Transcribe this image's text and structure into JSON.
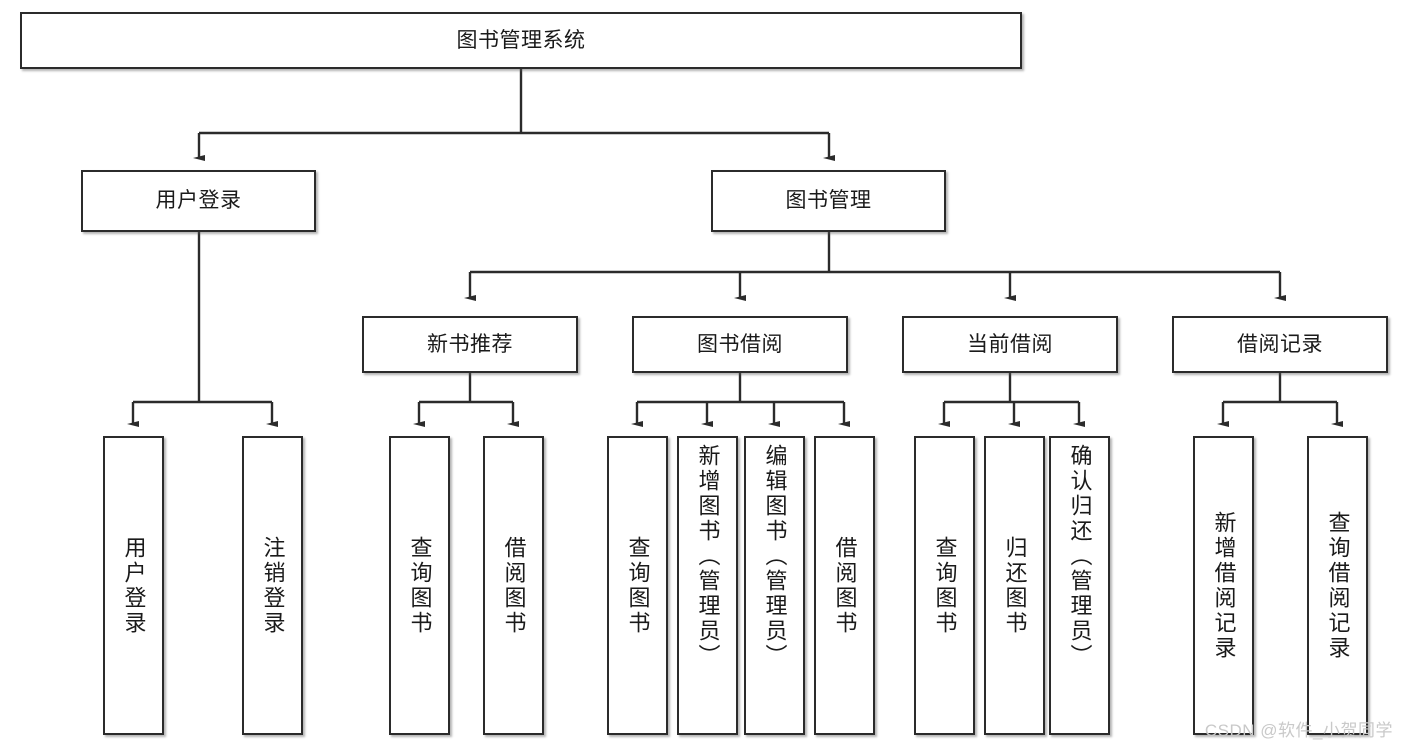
{
  "diagram": {
    "type": "tree",
    "title": "图书管理系统",
    "watermark": "CSDN @软件_小贺同学",
    "colors": {
      "node_border": "#2b2b2b",
      "node_fill": "#ffffff",
      "connector": "#2b2b2b",
      "text": "#1a1a1a",
      "watermark": "#c9c9c9"
    },
    "levels": {
      "root": {
        "label": "图书管理系统"
      },
      "level1": [
        {
          "id": "user-login",
          "label": "用户登录"
        },
        {
          "id": "book-management",
          "label": "图书管理"
        }
      ],
      "level2": [
        {
          "id": "new-book-recommend",
          "label": "新书推荐",
          "parent": "book-management"
        },
        {
          "id": "book-borrow",
          "label": "图书借阅",
          "parent": "book-management"
        },
        {
          "id": "current-borrow",
          "label": "当前借阅",
          "parent": "book-management"
        },
        {
          "id": "borrow-record",
          "label": "借阅记录",
          "parent": "book-management"
        }
      ],
      "leaves": [
        {
          "id": "leaf-user-login",
          "label": "用户登录",
          "parent": "user-login"
        },
        {
          "id": "leaf-logout",
          "label": "注销登录",
          "parent": "user-login"
        },
        {
          "id": "leaf-query-book-1",
          "label": "查询图书",
          "parent": "new-book-recommend"
        },
        {
          "id": "leaf-borrow-book-1",
          "label": "借阅图书",
          "parent": "new-book-recommend"
        },
        {
          "id": "leaf-query-book-2",
          "label": "查询图书",
          "parent": "book-borrow"
        },
        {
          "id": "leaf-add-book",
          "label": "新增图书（管理员）",
          "parent": "book-borrow"
        },
        {
          "id": "leaf-edit-book",
          "label": "编辑图书（管理员）",
          "parent": "book-borrow"
        },
        {
          "id": "leaf-borrow-book-2",
          "label": "借阅图书",
          "parent": "book-borrow"
        },
        {
          "id": "leaf-query-book-3",
          "label": "查询图书",
          "parent": "current-borrow"
        },
        {
          "id": "leaf-return-book",
          "label": "归还图书",
          "parent": "current-borrow"
        },
        {
          "id": "leaf-confirm-return",
          "label": "确认归还（管理员）",
          "parent": "current-borrow"
        },
        {
          "id": "leaf-add-record",
          "label": "新增借阅记录",
          "parent": "borrow-record"
        },
        {
          "id": "leaf-query-record",
          "label": "查询借阅记录",
          "parent": "borrow-record"
        }
      ]
    }
  }
}
